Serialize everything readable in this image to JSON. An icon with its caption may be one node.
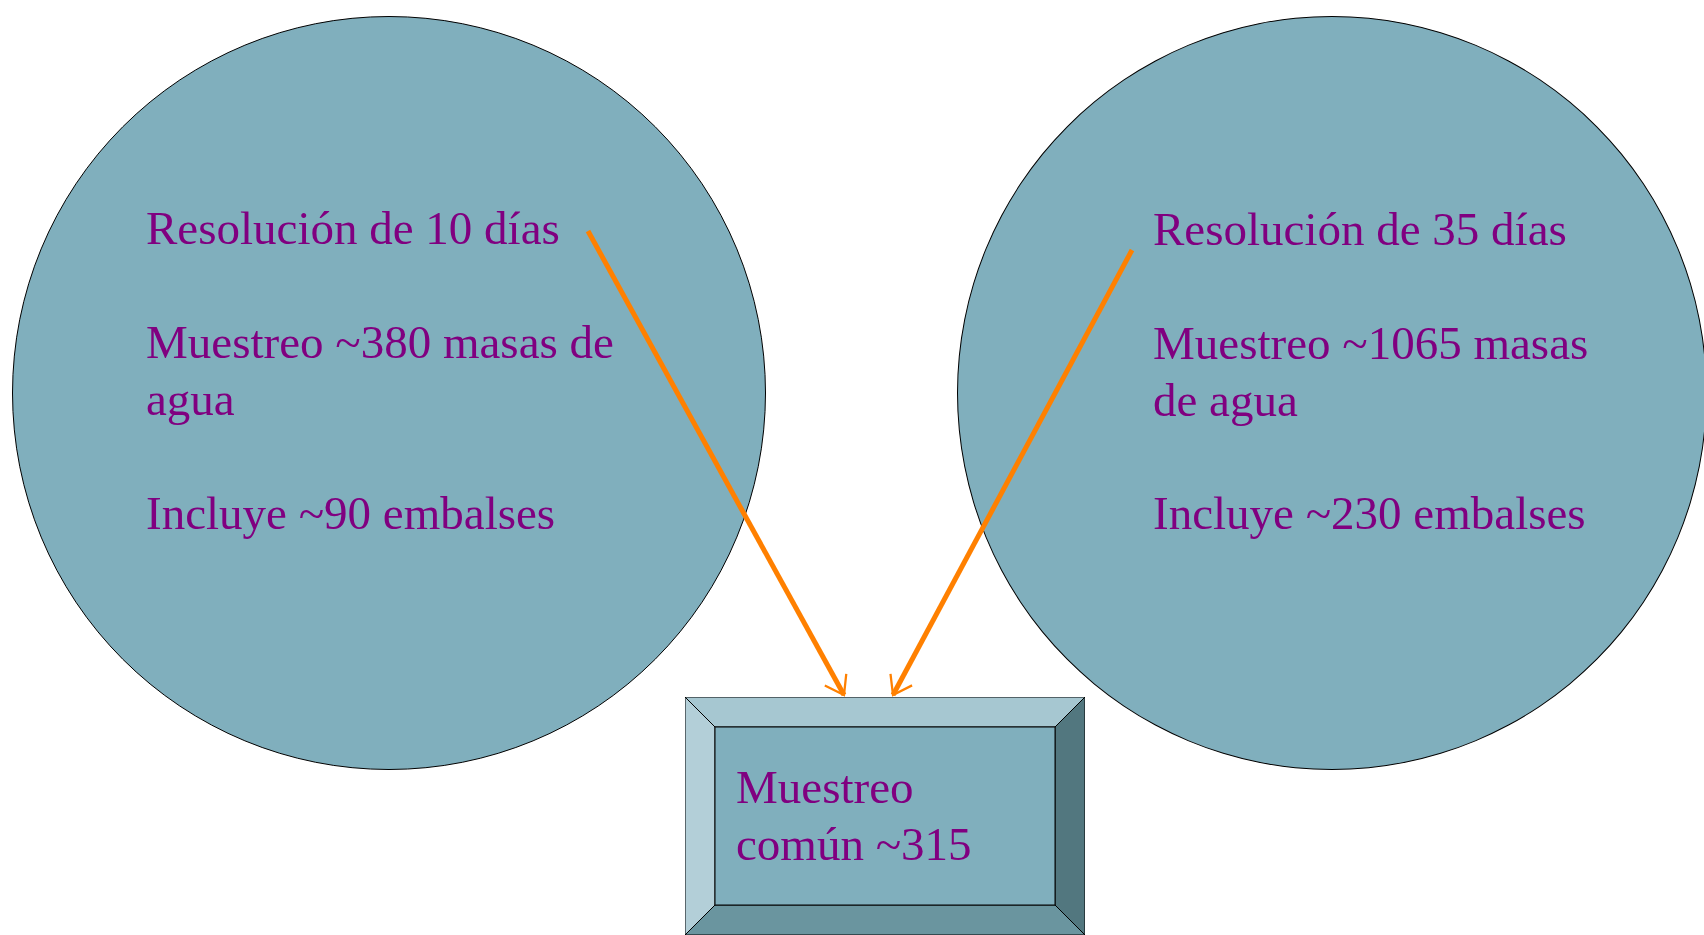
{
  "diagram": {
    "nodes": [
      {
        "text": [
          "Resolución de 10 días",
          "Muestreo ~380 masas de agua",
          "Incluye ~90 embalses"
        ]
      },
      {
        "text": [
          "Resolución de 35 días",
          "Muestreo ~1065 masas de agua",
          "Incluye ~230 embalses"
        ]
      },
      {
        "text": [
          "Muestreo común ~315"
        ]
      }
    ],
    "edges": [
      {
        "from": 0,
        "to": 2,
        "arrow": "to"
      },
      {
        "from": 1,
        "to": 2,
        "arrow": "to"
      }
    ]
  }
}
